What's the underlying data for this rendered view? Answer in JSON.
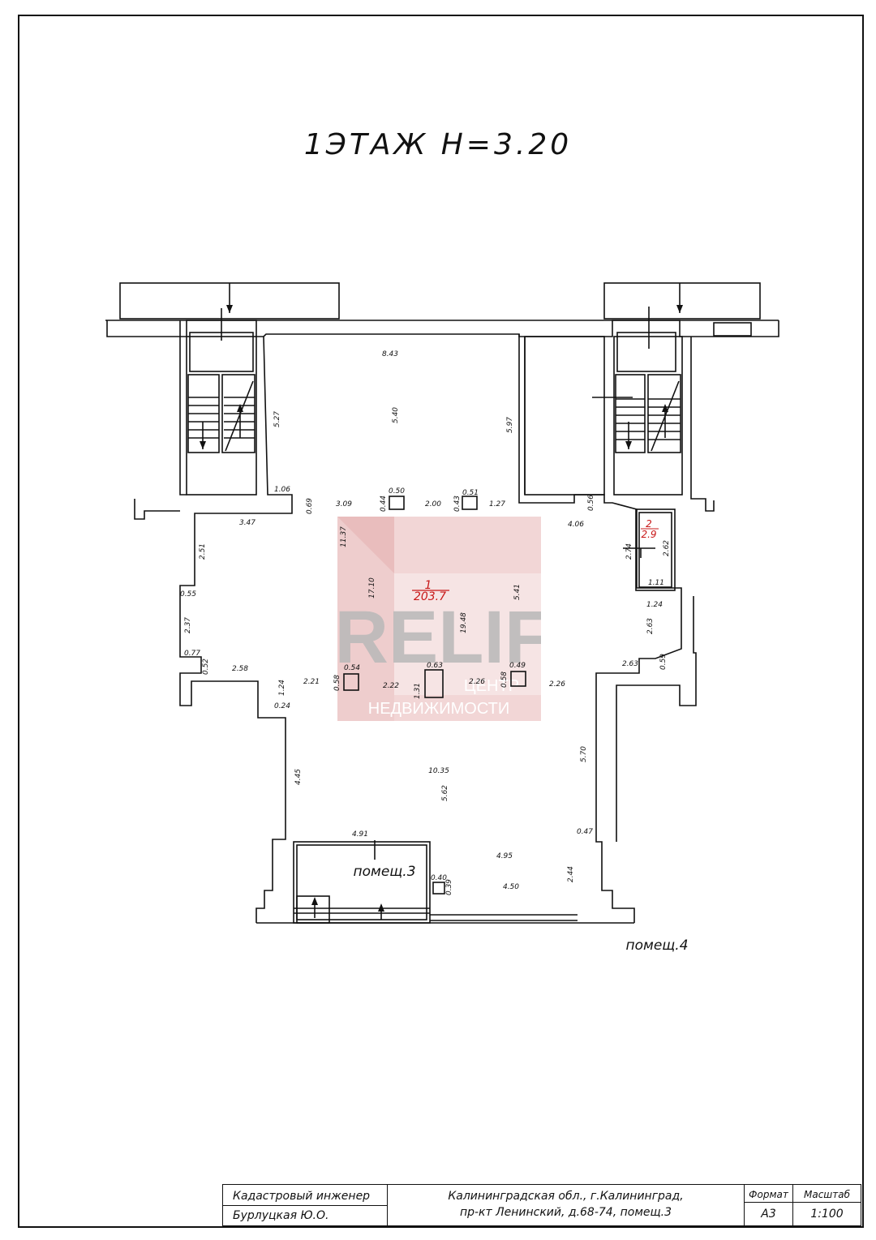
{
  "sheet": {
    "title": "1ЭТАЖ Н=3.20"
  },
  "rooms": {
    "room1": {
      "number": "1",
      "area": "203.7"
    },
    "room2": {
      "number": "2",
      "area": "2.9"
    },
    "pomesh3": "помещ.3",
    "pomesh4": "помещ.4"
  },
  "dimensions": {
    "d843": "8.43",
    "d527": "5.27",
    "d540": "5.40",
    "d597": "5.97",
    "d106": "1.06",
    "d069": "0.69",
    "d309": "3.09",
    "d044": "0.44",
    "d050": "0.50",
    "d200": "2.00",
    "d043": "0.43",
    "d051": "0.51",
    "d127": "1.27",
    "d056": "0.56",
    "d347": "3.47",
    "d406": "4.06",
    "d251": "2.51",
    "d1137": "11.37",
    "d274": "2.74",
    "d262": "2.62",
    "d111": "1.11",
    "d055": "0.55",
    "d1710": "17.10",
    "d541": "5.41",
    "d124a": "1.24",
    "d237": "2.37",
    "d1948": "19.48",
    "d263a": "2.63",
    "d077": "0.77",
    "d052": "0.52",
    "d258": "2.58",
    "d054": "0.54",
    "d063": "0.63",
    "d049": "0.49",
    "d263b": "2.63",
    "d059": "0.59",
    "d221": "2.21",
    "d058a": "0.58",
    "d222": "2.22",
    "d131": "1.31",
    "d226a": "2.26",
    "d058b": "0.58",
    "d226b": "2.26",
    "d124b": "1.24",
    "d024": "0.24",
    "d445": "4.45",
    "d1035": "10.35",
    "d562": "5.62",
    "d570": "5.70",
    "d491": "4.91",
    "d047": "0.47",
    "d495": "4.95",
    "d040": "0.40",
    "d039": "0.39",
    "d244": "2.44",
    "d450": "4.50"
  },
  "watermark": {
    "brand": "RELIFE",
    "line1": "ЦЕНТР",
    "line2": "НЕДВИЖИМОСТИ",
    "color": "#e8a8a8"
  },
  "title_block": {
    "engineer_label": "Кадастровый инженер",
    "engineer_name": "Бурлуцкая Ю.О.",
    "address_line1": "Калининградская обл., г.Калининград,",
    "address_line2": "пр-кт Ленинский, д.68-74, помещ.3",
    "format_label": "Формат",
    "format_value": "А3",
    "scale_label": "Масштаб",
    "scale_value": "1:100"
  }
}
